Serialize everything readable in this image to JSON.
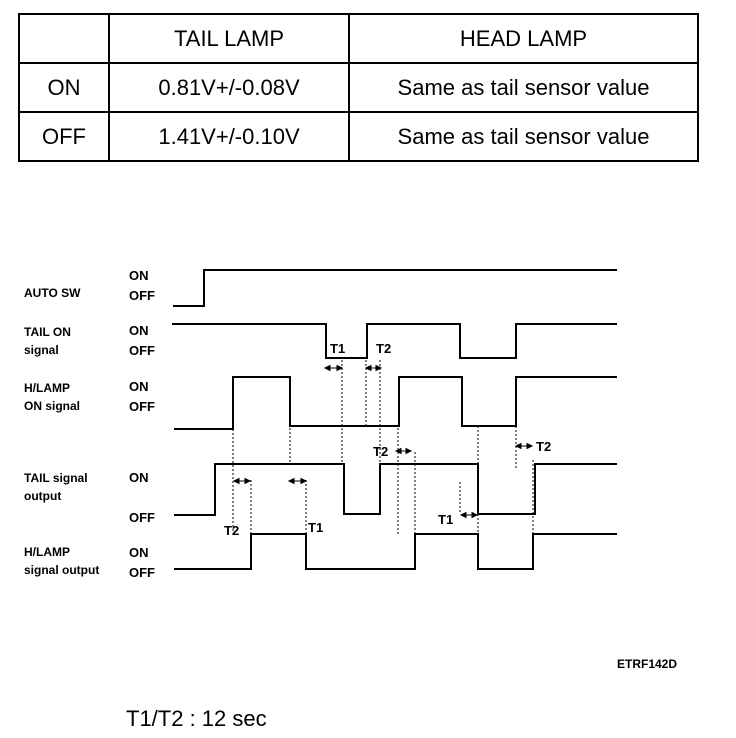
{
  "table": {
    "headers": [
      "",
      "TAIL LAMP",
      "HEAD LAMP"
    ],
    "rows": [
      {
        "state": "ON",
        "tail": "0.81V+/-0.08V",
        "head": "Same as tail sensor value"
      },
      {
        "state": "OFF",
        "tail": "1.41V+/-0.10V",
        "head": "Same as tail sensor value"
      }
    ]
  },
  "signals": [
    {
      "label": [
        "AUTO SW"
      ],
      "on": "ON",
      "off": "OFF"
    },
    {
      "label": [
        "TAIL ON",
        "signal"
      ],
      "on": "ON",
      "off": "OFF"
    },
    {
      "label": [
        "H/LAMP",
        "ON signal"
      ],
      "on": "ON",
      "off": "OFF"
    },
    {
      "label": [
        "TAIL signal",
        "output"
      ],
      "on": "ON",
      "off": "OFF"
    },
    {
      "label": [
        "H/LAMP",
        "signal output"
      ],
      "on": "ON",
      "off": "OFF"
    }
  ],
  "annotations": {
    "t1": "T1",
    "t2": "T2"
  },
  "figure_code": "ETRF142D",
  "note": "T1/T2 : 12 sec"
}
